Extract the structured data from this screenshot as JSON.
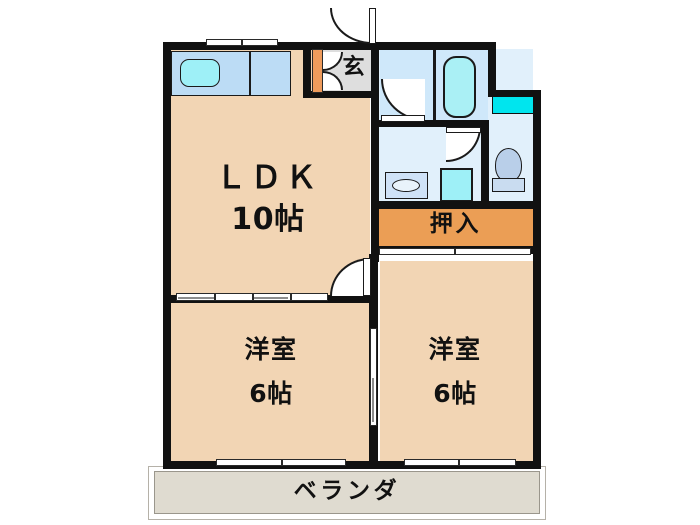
{
  "plan": {
    "type": "japanese-floor-plan",
    "layout_code": "2LDK",
    "rooms": [
      {
        "id": "ldk",
        "label_main": "ＬＤＫ",
        "label_size": "10帖",
        "fill": "#f2d5b4"
      },
      {
        "id": "bedroom_left",
        "label_main": "洋室",
        "label_size": "6帖",
        "fill": "#f2d5b4"
      },
      {
        "id": "bedroom_right",
        "label_main": "洋室",
        "label_size": "6帖",
        "fill": "#f2d5b4"
      },
      {
        "id": "closet",
        "label_main": "押入",
        "label_size": "",
        "fill": "#eb9e55"
      },
      {
        "id": "entrance",
        "label_main": "玄",
        "label_size": "",
        "fill": "#dedede"
      },
      {
        "id": "veranda",
        "label_main": "ベランダ",
        "label_size": "",
        "fill": "#dfdbd0"
      }
    ],
    "fixtures": [
      {
        "id": "kitchen-sink",
        "name": "sink-icon"
      },
      {
        "id": "bathtub",
        "name": "bathtub-icon"
      },
      {
        "id": "washbasin",
        "name": "washbasin-icon"
      },
      {
        "id": "washing-machine",
        "name": "washing-machine-icon"
      },
      {
        "id": "toilet",
        "name": "toilet-icon"
      }
    ],
    "colors": {
      "wall": "#111111",
      "room": "#f2d5b4",
      "wet_area": "#e1f0fb",
      "bath_area": "#cfe8fa",
      "closet": "#eb9e55",
      "veranda": "#dfdbd0",
      "entrance": "#dedede",
      "cyan_accent": "#00e5ee",
      "fixture_blue": "#aaf0f5",
      "background": "#ffffff"
    }
  },
  "labels": {
    "ldk_name": "ＬＤＫ",
    "ldk_size": "10帖",
    "bedroom_left_name": "洋室",
    "bedroom_left_size": "6帖",
    "bedroom_right_name": "洋室",
    "bedroom_right_size": "6帖",
    "closet": "押入",
    "entrance": "玄",
    "veranda": "ベランダ"
  }
}
